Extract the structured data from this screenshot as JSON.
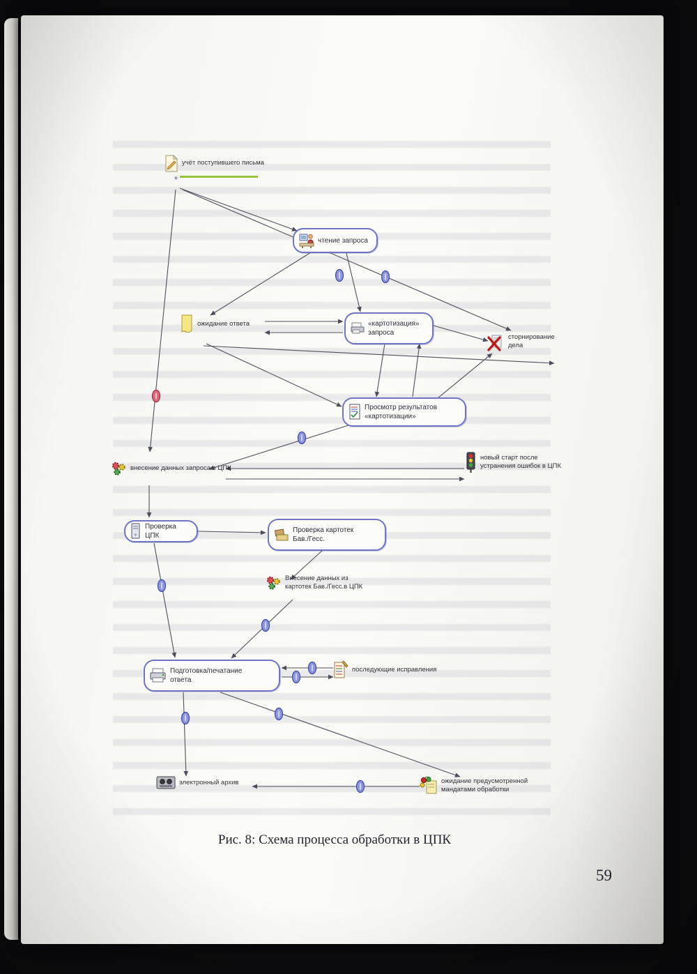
{
  "page": {
    "caption": "Рис. 8: Схема процесса обработки в ЦПК",
    "page_number": "59"
  },
  "diagram": {
    "nodes": {
      "uchet": {
        "label": "учёт поступившего письма",
        "mark": "*",
        "icon": "note-pencil-icon"
      },
      "chtenie": {
        "label": "чтение запроса",
        "icon": "person-computer-icon"
      },
      "ozhidanie": {
        "label": "ожидание ответа",
        "icon": "yellow-note-icon"
      },
      "kartotizacia": {
        "label": "«картотизация»\nзапроса",
        "icon": "card-printer-icon"
      },
      "stornirovanie": {
        "label": "сторнирование\nдела",
        "icon": "red-cross-icon"
      },
      "prosmotr": {
        "label": "Просмотр результатов\n«картотизации»",
        "icon": "document-check-icon"
      },
      "vnesenie_cpk": {
        "label": "внесение данных запроса в ЦПК",
        "icon": "gears-icon"
      },
      "novyi_start": {
        "label": "новый старт после\nустранения ошибок в ЦПК",
        "icon": "traffic-light-icon"
      },
      "proverka_cpk": {
        "label": "Проверка ЦПК",
        "icon": "computer-tower-icon"
      },
      "proverka_kartotek": {
        "label": "Проверка картотек\nБав./Гесс.",
        "icon": "card-files-icon"
      },
      "vnesenie_kartotek": {
        "label": "Внесение данных из\nкартотек Бав./Гесс.в ЦПК",
        "icon": "gears-icon"
      },
      "podgotovka": {
        "label": "Подготовка/печатание\nответа",
        "icon": "printer-icon"
      },
      "ispravlenia": {
        "label": "последующие исправления",
        "icon": "notepad-pen-icon"
      },
      "arhiv": {
        "label": "электронный архив",
        "icon": "tape-machine-icon"
      },
      "ozhidanie_mandat": {
        "label": "ожидание предусмотренной\nмандатами обработки",
        "icon": "cherries-page-icon"
      }
    },
    "colors": {
      "box_border": "#6f74c3",
      "edge": "#4e4e5a",
      "connector_blue": "#8d97dd",
      "connector_red": "#e06a7a",
      "underline_green": "#97c23c"
    },
    "edges": [
      [
        258,
        270,
        426,
        331
      ],
      [
        252,
        272,
        215,
        648
      ],
      [
        262,
        272,
        733,
        474
      ],
      [
        446,
        362,
        302,
        452
      ],
      [
        497,
        363,
        517,
        447
      ],
      [
        380,
        461,
        492,
        461
      ],
      [
        492,
        477,
        380,
        477
      ],
      [
        622,
        467,
        700,
        489
      ],
      [
        552,
        493,
        540,
        569
      ],
      [
        592,
        569,
        602,
        493
      ],
      [
        500,
        610,
        300,
        673
      ],
      [
        292,
        496,
        795,
        521
      ],
      [
        296,
        493,
        490,
        583
      ],
      [
        628,
        571,
        706,
        507
      ],
      [
        666,
        672,
        324,
        672
      ],
      [
        324,
        687,
        666,
        687
      ],
      [
        214,
        696,
        214,
        742
      ],
      [
        284,
        762,
        381,
        764
      ],
      [
        463,
        789,
        417,
        831
      ],
      [
        221,
        779,
        251,
        943
      ],
      [
        420,
        860,
        332,
        944
      ],
      [
        478,
        958,
        404,
        958
      ],
      [
        404,
        971,
        478,
        971
      ],
      [
        263,
        993,
        267,
        1113
      ],
      [
        316,
        993,
        660,
        1114
      ],
      [
        602,
        1128,
        362,
        1128
      ]
    ],
    "connectors": [
      [
        487,
        395,
        "blue"
      ],
      [
        553,
        397,
        "blue"
      ],
      [
        433,
        628,
        "blue"
      ],
      [
        232,
        840,
        "blue"
      ],
      [
        381,
        897,
        "blue"
      ],
      [
        448,
        958,
        "blue"
      ],
      [
        425,
        971,
        "blue"
      ],
      [
        266,
        1030,
        "blue"
      ],
      [
        400,
        1024,
        "blue"
      ],
      [
        517,
        1128,
        "blue"
      ],
      [
        224,
        568,
        "red"
      ]
    ]
  }
}
